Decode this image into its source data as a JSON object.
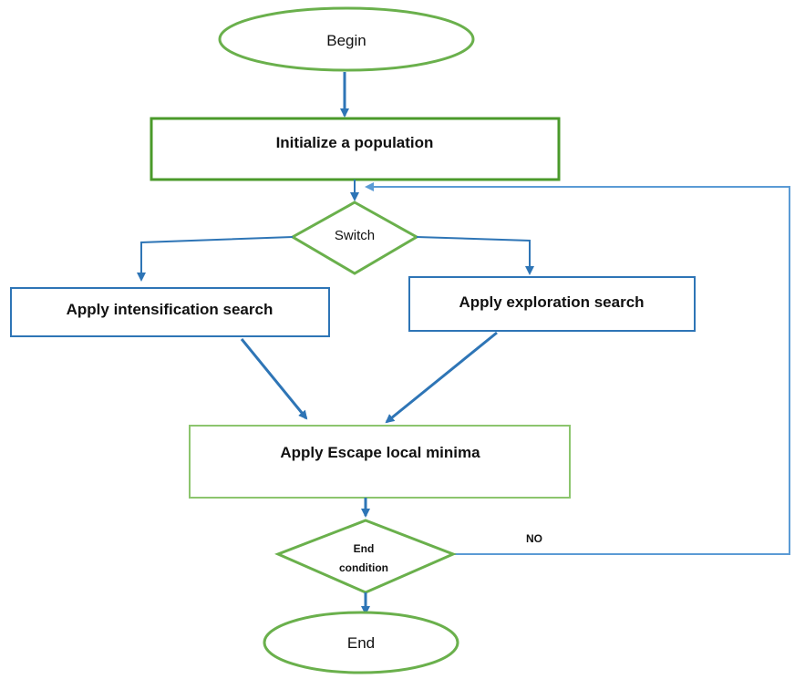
{
  "nodes": {
    "begin": "Begin",
    "init": "Initialize a population",
    "switch": "Switch",
    "intensification": "Apply intensification search",
    "exploration": "Apply exploration search",
    "escape": "Apply Escape local minima",
    "end_condition_line1": "End",
    "end_condition_line2": "condition",
    "end": "End"
  },
  "edge_labels": {
    "no": "NO"
  },
  "colors": {
    "green_border": "#6ab04c",
    "dark_green_border": "#4a9a2a",
    "blue_border": "#2e75b6",
    "arrow_blue": "#2e75b6",
    "loop_line": "#5b9bd5"
  }
}
